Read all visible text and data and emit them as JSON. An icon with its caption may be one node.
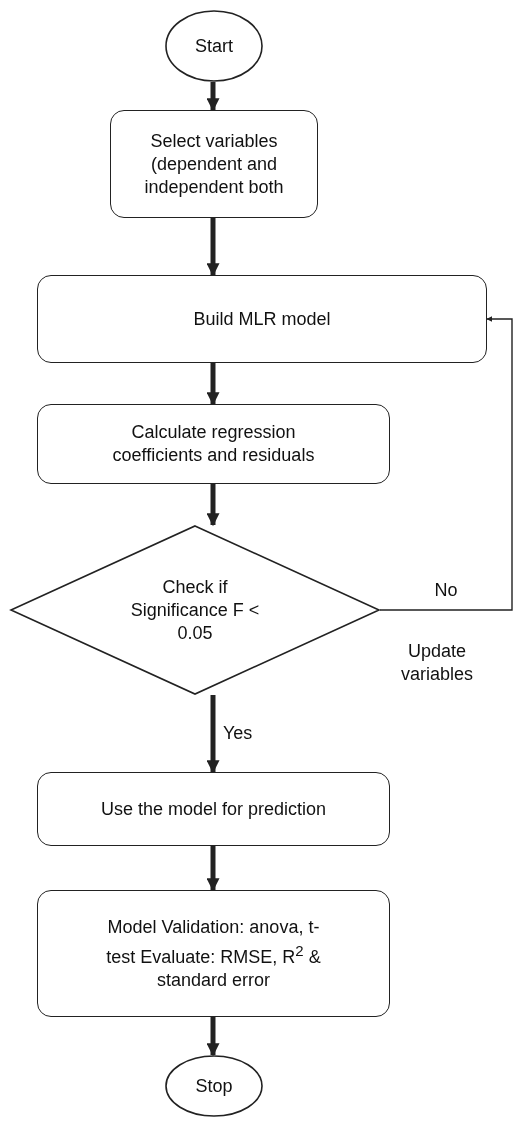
{
  "diagram": {
    "nodes": [
      {
        "text": [
          "Start"
        ]
      },
      {
        "text": [
          "Select variables (dependent and independent both"
        ]
      },
      {
        "text": [
          "Build MLR model"
        ]
      },
      {
        "text": [
          "Calculate regression coefficients and residuals"
        ]
      },
      {
        "text": [
          "Check if Significance F < 0.05"
        ]
      },
      {
        "text": [
          "Use the model for prediction"
        ]
      },
      {
        "text": [
          "Model Validation: anova, t-test Evaluate: RMSE, R$^{2}$ & standard error"
        ]
      },
      {
        "text": [
          "Stop"
        ]
      }
    ],
    "edges": [
      {
        "from": 0,
        "to": 1,
        "arrow": "to"
      },
      {
        "from": 1,
        "to": 2,
        "arrow": "to"
      },
      {
        "from": 2,
        "to": 3,
        "arrow": "to"
      },
      {
        "from": 3,
        "to": 4,
        "arrow": "to"
      },
      {
        "from": 4,
        "to": 5,
        "arrow": "to",
        "label": "Yes"
      },
      {
        "from": 5,
        "to": 6,
        "arrow": "to"
      },
      {
        "from": 6,
        "to": 7,
        "arrow": "to"
      },
      {
        "from": 4,
        "to": 2,
        "arrow": "to",
        "label": "No"
      }
    ],
    "labels": [
      "Update variables"
    ]
  }
}
